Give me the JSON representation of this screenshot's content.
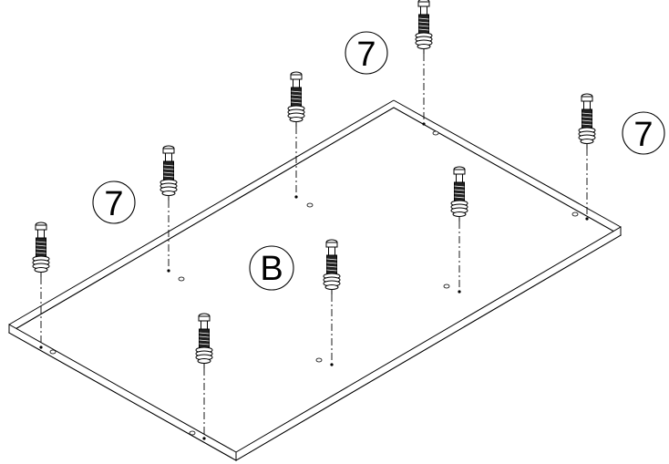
{
  "diagram": {
    "panel_label": "B",
    "part_label": "7",
    "part_callouts": [
      "7",
      "7",
      "7"
    ],
    "screw_count": 8,
    "colors": {
      "line": "#000000",
      "background": "#ffffff"
    },
    "icons": {
      "screw": "cam-bolt-screw-icon",
      "hole": "drilled-hole-icon"
    }
  }
}
